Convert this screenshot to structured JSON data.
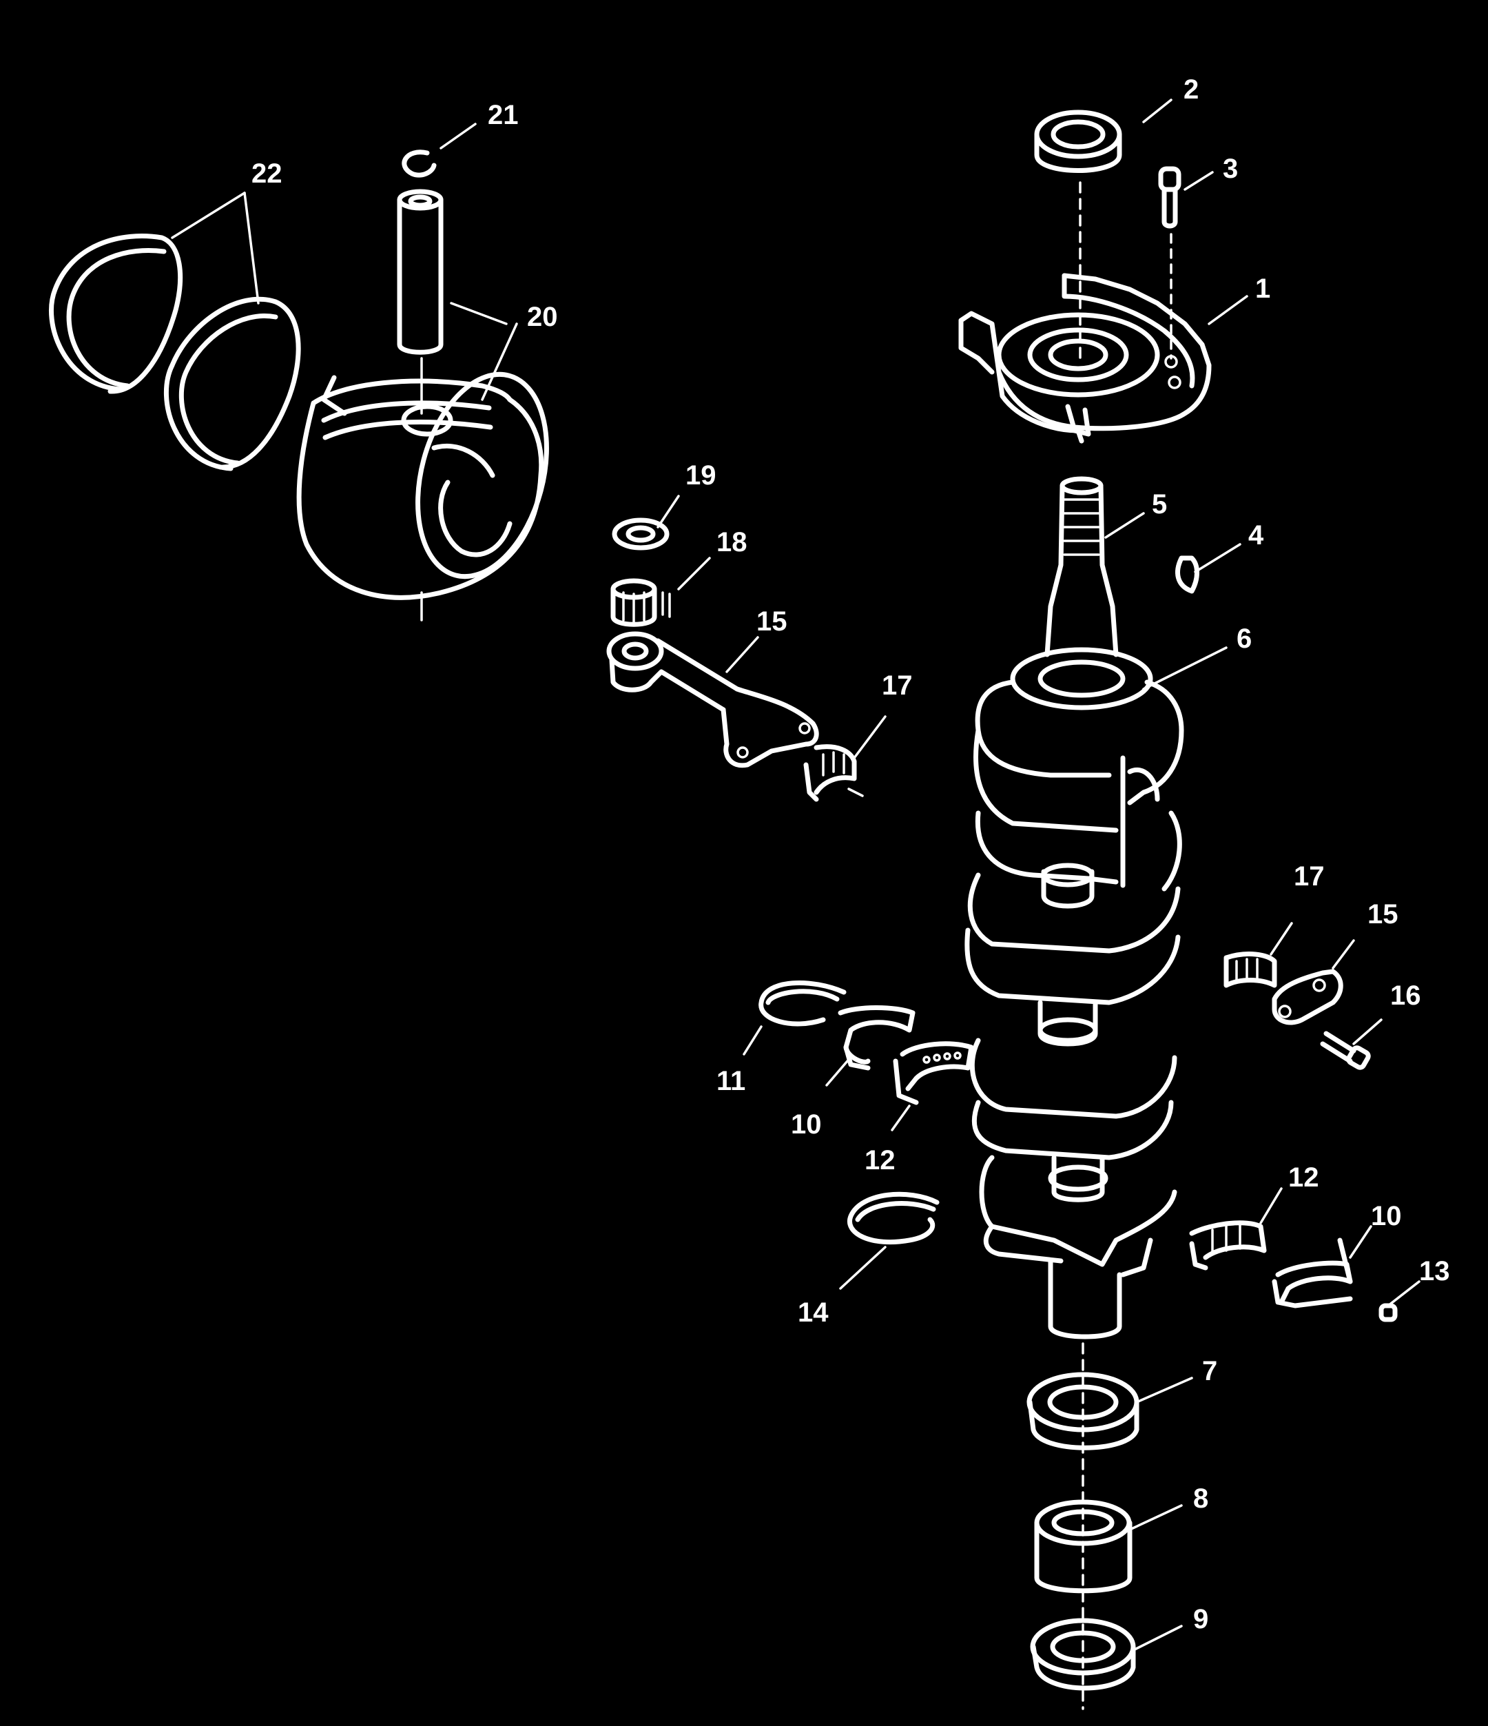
{
  "diagram": {
    "background": "#000000",
    "line_color": "#ffffff",
    "callouts": [
      "1",
      "2",
      "3",
      "4",
      "5",
      "6",
      "7",
      "8",
      "9",
      "10",
      "10",
      "11",
      "12",
      "12",
      "13",
      "14",
      "15",
      "15",
      "16",
      "17",
      "17",
      "18",
      "19",
      "20",
      "21",
      "22"
    ]
  }
}
